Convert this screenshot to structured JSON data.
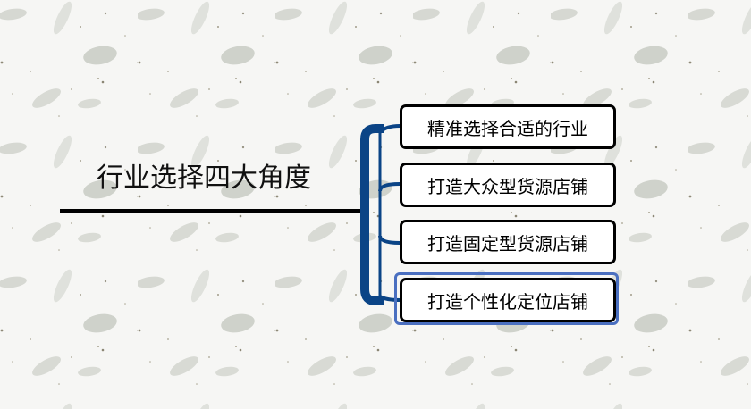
{
  "diagram": {
    "type": "mind-map",
    "root": {
      "label": "行业选择四大角度"
    },
    "branches": [
      {
        "label": "精准选择合适的行业",
        "selected": false
      },
      {
        "label": "打造大众型货源店铺",
        "selected": false
      },
      {
        "label": "打造固定型货源店铺",
        "selected": false
      },
      {
        "label": "打造个性化定位店铺",
        "selected": true
      }
    ],
    "colors": {
      "bracket": "#0b4486",
      "node_border": "#000000",
      "node_fill": "#ffffff",
      "selection": "#4a6fc0",
      "root_line": "#000000",
      "background": "#f6f6f4"
    }
  }
}
